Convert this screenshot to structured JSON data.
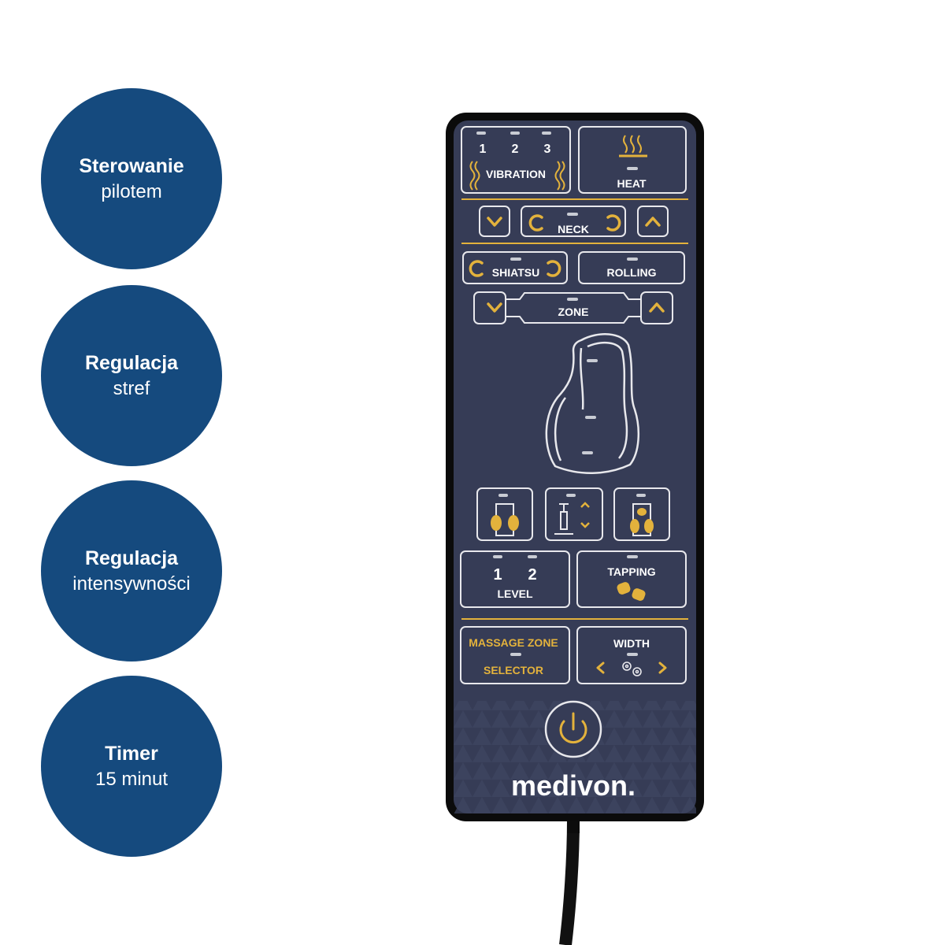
{
  "features": [
    {
      "title": "Sterowanie",
      "subtitle": "pilotem"
    },
    {
      "title": "Regulacja",
      "subtitle": "stref"
    },
    {
      "title": "Regulacja",
      "subtitle": "intensywności"
    },
    {
      "title": "Timer",
      "subtitle": "15 minut"
    }
  ],
  "remote": {
    "vibration": {
      "levels": [
        "1",
        "2",
        "3"
      ],
      "label": "VIBRATION"
    },
    "heat": {
      "label": "HEAT"
    },
    "neck": {
      "label": "NECK"
    },
    "shiatsu": {
      "label": "SHIATSU"
    },
    "rolling": {
      "label": "ROLLING"
    },
    "zone": {
      "label": "ZONE"
    },
    "level": {
      "values": [
        "1",
        "2"
      ],
      "label": "LEVEL"
    },
    "tapping": {
      "label": "TAPPING"
    },
    "massage_zone": {
      "line1": "MASSAGE ZONE",
      "line2": "SELECTOR"
    },
    "width": {
      "label": "WIDTH"
    },
    "brand": "medivon."
  },
  "colors": {
    "circle": "#154a7e",
    "panel": "#363c56",
    "accent": "#e3b23c",
    "outline": "#e8e8ec"
  }
}
